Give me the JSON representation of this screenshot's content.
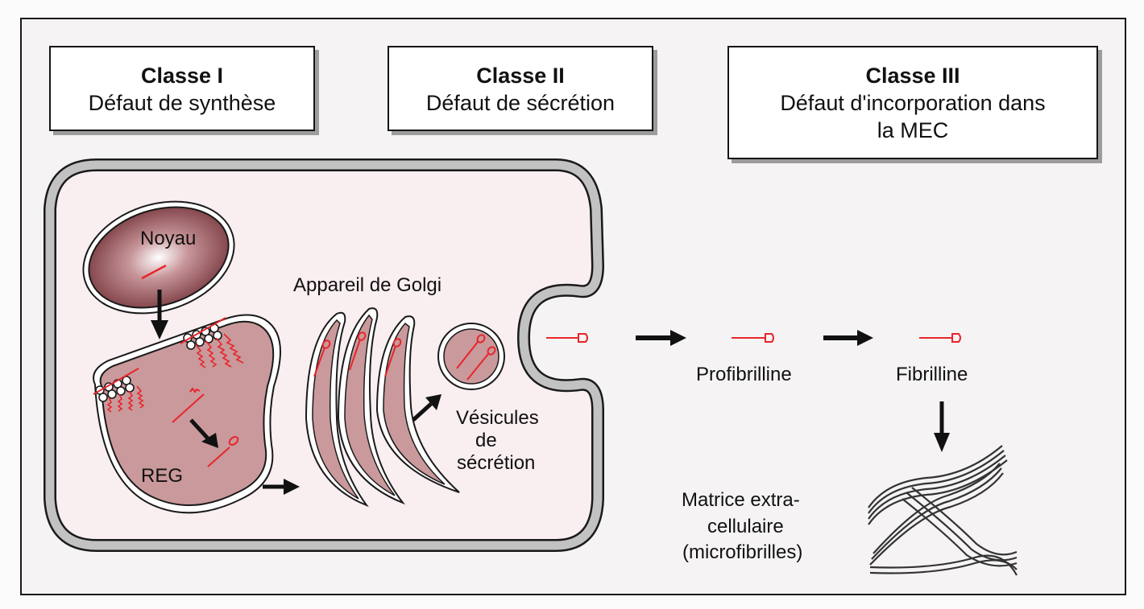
{
  "classes": [
    {
      "title": "Classe I",
      "subtitle": "Défaut de synthèse"
    },
    {
      "title": "Classe II",
      "subtitle": "Défaut de sécrétion"
    },
    {
      "title": "Classe III",
      "subtitle_line1": "Défaut d'incorporation dans",
      "subtitle_line2": "la MEC"
    }
  ],
  "labels": {
    "nucleus": "Noyau",
    "er": "REG",
    "golgi": "Appareil de Golgi",
    "vesicles_line1": "Vésicules",
    "vesicles_line2": "de",
    "vesicles_line3": "sécrétion",
    "profibrillin": "Profibrilline",
    "fibrillin": "Fibrilline",
    "ecm_line1": "Matrice extra-",
    "ecm_line2": "cellulaire",
    "ecm_line3": "(microfibrilles)"
  },
  "colors": {
    "organelle": "#c9999b",
    "nucleus_dark": "#7a3a3e",
    "protein": "#e8252b",
    "membrane": "#b8b8b8",
    "arrow": "#111111"
  }
}
